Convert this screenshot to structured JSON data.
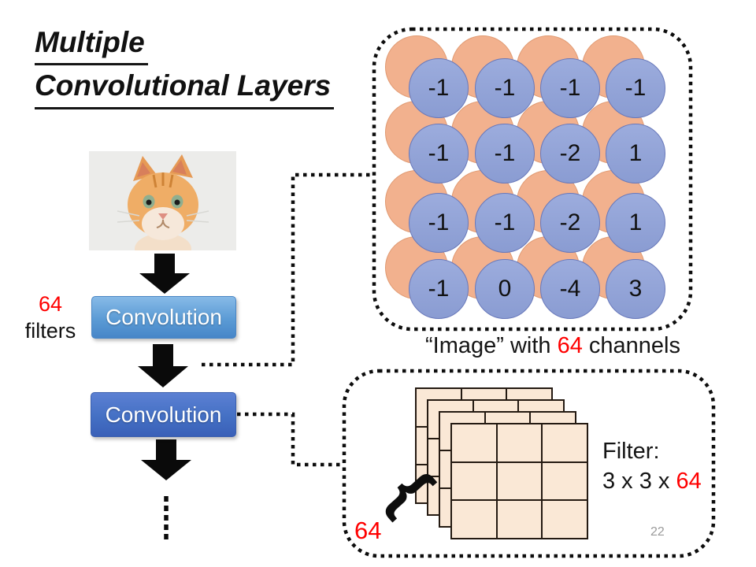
{
  "slide": {
    "page_number": "22"
  },
  "title": {
    "line1": "Multiple",
    "line2": "Convolutional Layers"
  },
  "pipeline": {
    "filters_count": "64",
    "filters_label": "filters",
    "conv1_label": "Convolution",
    "conv2_label": "Convolution"
  },
  "feature_map": {
    "caption": {
      "prefix": "“Image” with ",
      "highlight": "64",
      "suffix": " channels"
    },
    "rows": [
      [
        "-1",
        "-1",
        "-1",
        "-1"
      ],
      [
        "-1",
        "-1",
        "-2",
        "1"
      ],
      [
        "-1",
        "-1",
        "-2",
        "1"
      ],
      [
        "-1",
        "0",
        "-4",
        "3"
      ]
    ]
  },
  "filter_box": {
    "label_line1": "Filter:",
    "label_line2_prefix": "3 x 3 x ",
    "label_line2_highlight": "64",
    "stack_count": "64",
    "brace_glyph": "{"
  },
  "colors": {
    "highlight_red": "#FF0000",
    "blue_circle": "#8E9FD5",
    "orange_circle": "#F2B18E",
    "conv1_blue": "#5B9BD5",
    "conv2_blue": "#4472C4",
    "filter_fill": "#FAE8D6"
  }
}
